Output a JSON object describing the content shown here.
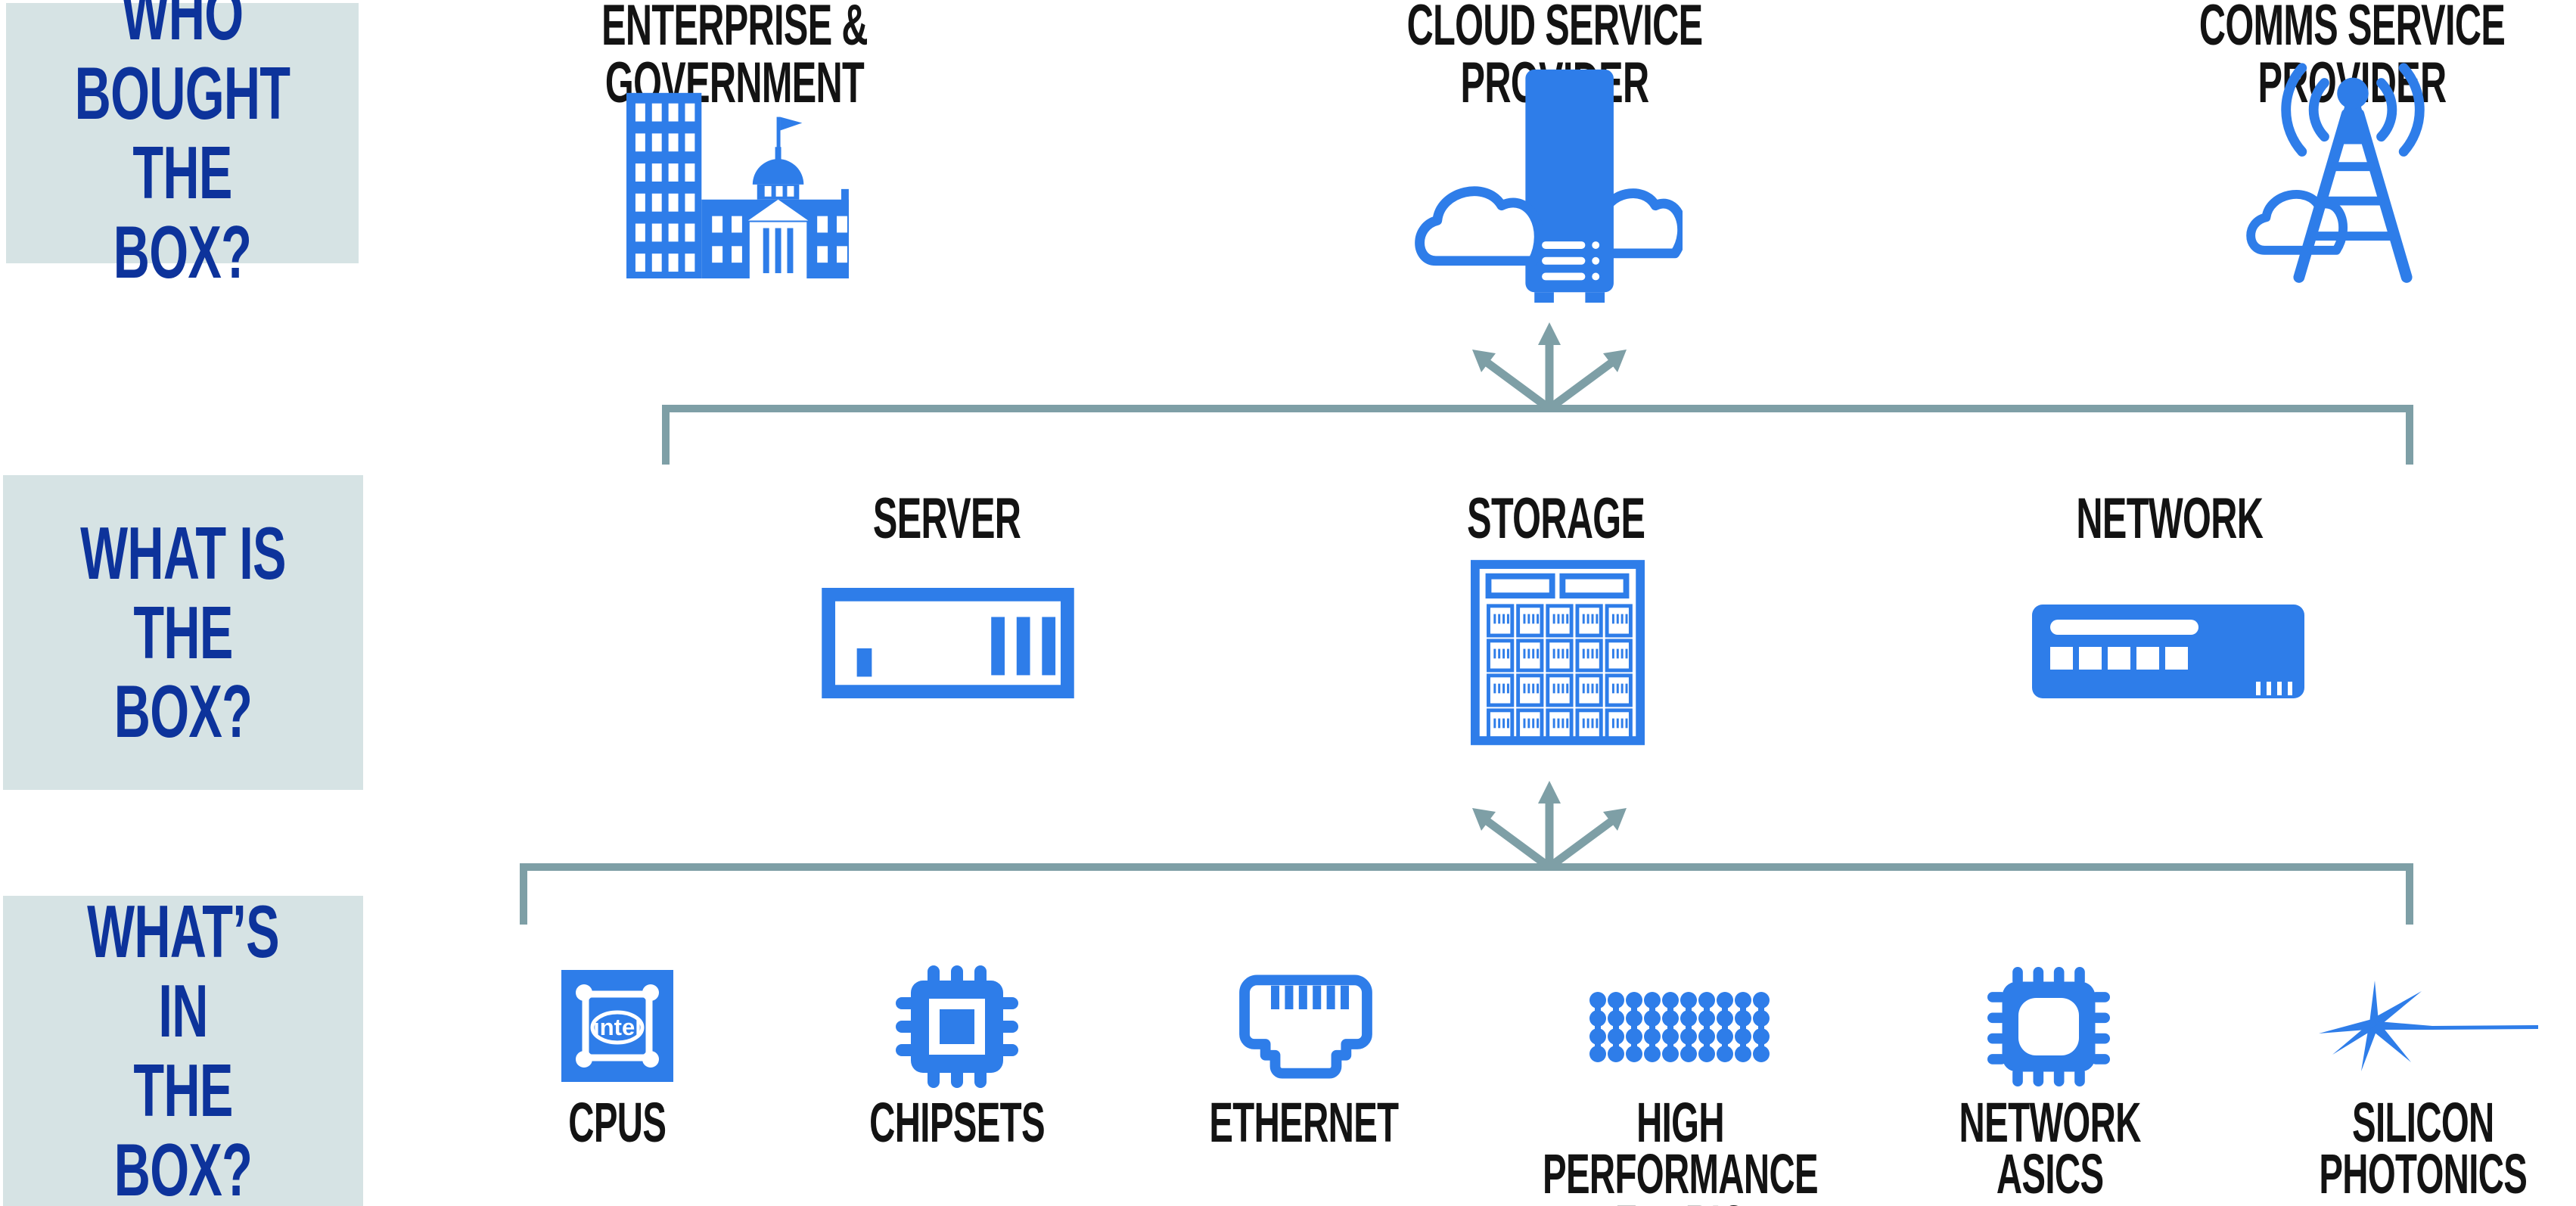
{
  "colors": {
    "icon_blue": "#2E7DE9",
    "navy_text": "#0D339B",
    "question_box_bg": "#D6E3E4",
    "connector_gray": "#7E9FA6",
    "heading_black": "#131313",
    "background": "#FFFFFF"
  },
  "question_labels": [
    {
      "text": "WHO BOUGHT\nTHE BOX?"
    },
    {
      "text": "WHAT IS\nTHE BOX?"
    },
    {
      "text": "WHAT’S IN\nTHE BOX?"
    }
  ],
  "buyers": {
    "items": [
      {
        "label": "ENTERPRISE & GOVERNMENT",
        "icon": "building-government-icon"
      },
      {
        "label": "CLOUD SERVICE PROVIDER",
        "icon": "cloud-server-icon"
      },
      {
        "label": "COMMS SERVICE PROVIDER",
        "icon": "radio-tower-icon"
      }
    ]
  },
  "box_types": {
    "items": [
      {
        "label": "SERVER",
        "icon": "server-rack-icon"
      },
      {
        "label": "STORAGE",
        "icon": "storage-array-icon"
      },
      {
        "label": "NETWORK",
        "icon": "network-switch-icon"
      }
    ]
  },
  "components": {
    "cpu_logo_text": "intel",
    "items": [
      {
        "label": "CPUS",
        "icon": "intel-cpu-icon"
      },
      {
        "label": "CHIPSETS",
        "icon": "chipset-icon"
      },
      {
        "label": "ETHERNET",
        "icon": "ethernet-port-icon"
      },
      {
        "label": "HIGH PERFORMANCE\nFABRIC",
        "icon": "fabric-lattice-icon"
      },
      {
        "label": "NETWORK\nASICS",
        "icon": "network-asic-icon"
      },
      {
        "label": "SILICON\nPHOTONICS",
        "icon": "silicon-photonics-icon"
      }
    ]
  }
}
